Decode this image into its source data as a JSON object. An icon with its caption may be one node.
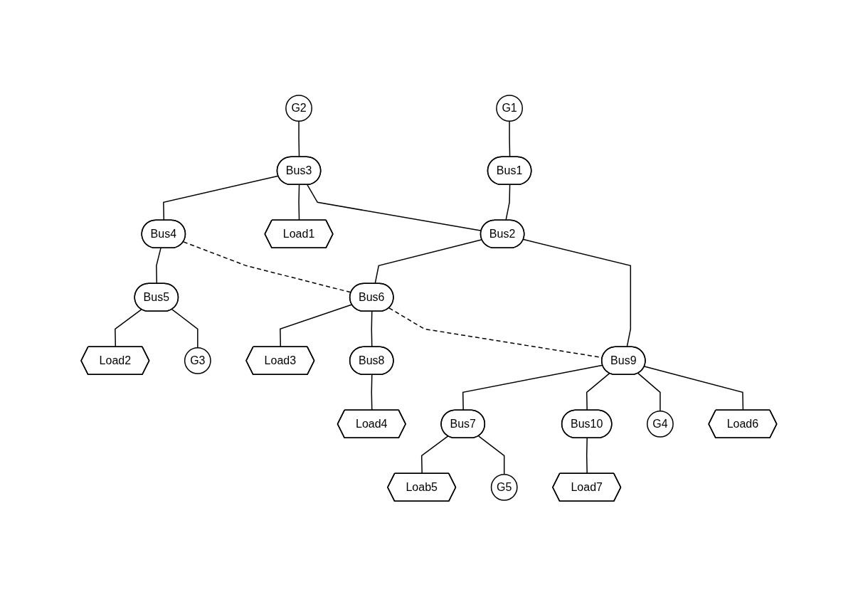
{
  "diagram": {
    "nodes": [
      {
        "text": [
          "G2"
        ]
      },
      {
        "text": [
          "Bus3"
        ]
      },
      {
        "text": [
          "Bus4"
        ]
      },
      {
        "text": [
          "Bus5"
        ]
      },
      {
        "text": [
          "G1"
        ]
      },
      {
        "text": [
          "Load2"
        ]
      },
      {
        "text": [
          "Bus6"
        ]
      },
      {
        "text": [
          "Load3"
        ]
      },
      {
        "text": [
          "G3"
        ]
      },
      {
        "text": [
          "Bus1"
        ]
      },
      {
        "text": [
          "Load1"
        ]
      },
      {
        "text": [
          "Bus8"
        ]
      },
      {
        "text": [
          "Bus2"
        ]
      },
      {
        "text": [
          "Load4"
        ]
      },
      {
        "text": [
          "Bus9"
        ]
      },
      {
        "text": [
          "Bus7"
        ]
      },
      {
        "text": [
          "Bus10"
        ]
      },
      {
        "text": [
          "G4"
        ]
      },
      {
        "text": [
          "Load6"
        ]
      },
      {
        "text": [
          "Load7"
        ]
      },
      {
        "text": [
          "Loab5"
        ]
      },
      {
        "text": [
          "G5"
        ]
      }
    ],
    "edges": [
      {
        "from": 0,
        "to": 1,
        "arrow": "none"
      },
      {
        "from": 1,
        "to": 2,
        "arrow": "none"
      },
      {
        "from": 2,
        "to": 3,
        "arrow": "none"
      },
      {
        "from": 3,
        "to": 5,
        "arrow": "none"
      },
      {
        "from": 3,
        "to": 8,
        "arrow": "none"
      },
      {
        "from": 2,
        "to": 6,
        "arrow": "none",
        "style": "dashed"
      },
      {
        "from": 6,
        "to": 7,
        "arrow": "none"
      },
      {
        "from": 1,
        "to": 10,
        "arrow": "none"
      },
      {
        "from": 1,
        "to": 12,
        "arrow": "none"
      },
      {
        "from": 4,
        "to": 9,
        "arrow": "none"
      },
      {
        "from": 9,
        "to": 12,
        "arrow": "none"
      },
      {
        "from": 12,
        "to": 6,
        "arrow": "none"
      },
      {
        "from": 6,
        "to": 11,
        "arrow": "none"
      },
      {
        "from": 11,
        "to": 13,
        "arrow": "none"
      },
      {
        "from": 6,
        "to": 14,
        "arrow": "none",
        "style": "dashed"
      },
      {
        "from": 12,
        "to": 14,
        "arrow": "none"
      },
      {
        "from": 14,
        "to": 15,
        "arrow": "none"
      },
      {
        "from": 14,
        "to": 16,
        "arrow": "none"
      },
      {
        "from": 14,
        "to": 17,
        "arrow": "none"
      },
      {
        "from": 14,
        "to": 18,
        "arrow": "none"
      },
      {
        "from": 16,
        "to": 19,
        "arrow": "none"
      },
      {
        "from": 15,
        "to": 20,
        "arrow": "none"
      },
      {
        "from": 15,
        "to": 21,
        "arrow": "none"
      }
    ]
  }
}
